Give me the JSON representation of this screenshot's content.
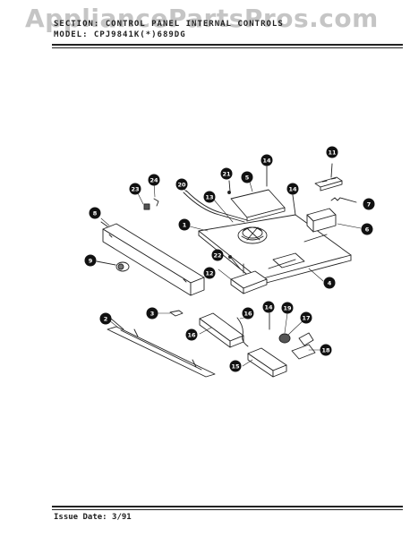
{
  "watermark": "AppliancePartsPros.com",
  "header": {
    "section_line": "SECTION: CONTROL PANEL INTERNAL CONTROLS",
    "model_line": "MODEL: CPJ9841K(*)689DG"
  },
  "footer": {
    "issue_label": "Issue Date: 3/91"
  },
  "callouts": [
    "1",
    "2",
    "3",
    "4",
    "5",
    "6",
    "7",
    "8",
    "9",
    "11",
    "12",
    "13",
    "14",
    "14",
    "14",
    "15",
    "16",
    "16",
    "17",
    "18",
    "19",
    "20",
    "21",
    "22",
    "23",
    "24"
  ]
}
